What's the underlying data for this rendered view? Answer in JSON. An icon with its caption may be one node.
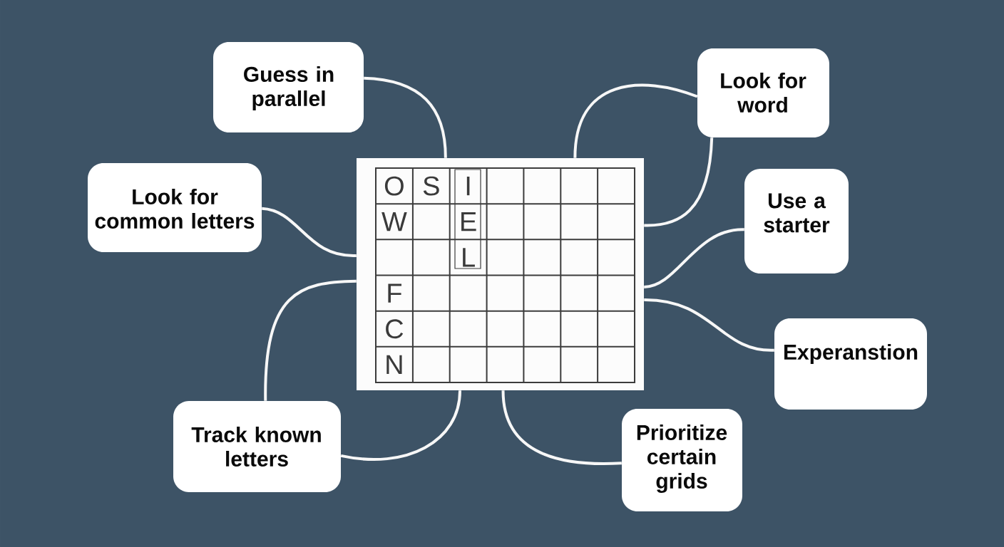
{
  "diagram": {
    "nodes": [
      {
        "text": [
          "Guess in parallel"
        ]
      },
      {
        "text": [
          "Look for word"
        ]
      },
      {
        "text": [
          "Look for common letters"
        ]
      },
      {
        "text": [
          "O",
          "S",
          "I",
          "W",
          "E",
          "L",
          "F",
          "C",
          "N"
        ]
      },
      {
        "text": [
          "Use a starter"
        ]
      },
      {
        "text": [
          "Experanstion"
        ]
      },
      {
        "text": [
          "Track known letters"
        ]
      },
      {
        "text": [
          "Prioritize certain grids"
        ]
      }
    ],
    "edges": [
      {
        "from": 0,
        "to": 3,
        "arrow": "none"
      },
      {
        "from": 1,
        "to": 3,
        "arrow": "none"
      },
      {
        "from": 1,
        "to": 3,
        "arrow": "none"
      },
      {
        "from": 2,
        "to": 3,
        "arrow": "none"
      },
      {
        "from": 4,
        "to": 3,
        "arrow": "none"
      },
      {
        "from": 5,
        "to": 3,
        "arrow": "none"
      },
      {
        "from": 6,
        "to": 3,
        "arrow": "none"
      },
      {
        "from": 6,
        "to": 3,
        "arrow": "none"
      },
      {
        "from": 7,
        "to": 3,
        "arrow": "none"
      }
    ]
  }
}
